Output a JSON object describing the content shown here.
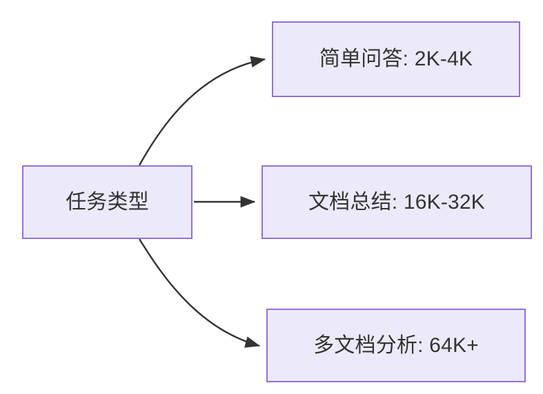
{
  "diagram": {
    "type": "flowchart",
    "direction": "left-to-right",
    "background_color": "#FFFFFF",
    "node_fill_color": "#ECEAFA",
    "node_border_color": "#9370DB",
    "node_text_color": "#333333",
    "edge_color": "#333333",
    "root": {
      "id": "root",
      "label": "任务类型"
    },
    "branches": [
      {
        "id": "simple-qa",
        "label": "简单问答: 2K-4K",
        "task": "简单问答",
        "context_length": "2K-4K",
        "edge_style": "curved-up"
      },
      {
        "id": "doc-sum",
        "label": "文档总结: 16K-32K",
        "task": "文档总结",
        "context_length": "16K-32K",
        "edge_style": "straight"
      },
      {
        "id": "multi-doc",
        "label": "多文档分析: 64K+",
        "task": "多文档分析",
        "context_length": "64K+",
        "edge_style": "curved-down"
      }
    ]
  }
}
